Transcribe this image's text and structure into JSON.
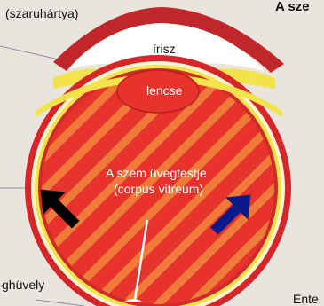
{
  "labels": {
    "top_left": "(szaruhártya)",
    "top_right": "A sze",
    "iris": "írisz",
    "lens": "lencse",
    "vitreous_line1": "A szem üvegtestje",
    "vitreous_line2": "(corpus vitreum)",
    "bottom_left": "ghüvely",
    "bottom_right": "Ente"
  },
  "arrows": [
    {
      "name": "black-arrow",
      "color": "#000000"
    },
    {
      "name": "blue-arrow",
      "color": "#0a1a8a"
    }
  ],
  "colors": {
    "eyeball_red": "#e8322c",
    "stripe_orange": "#f07a3a",
    "sclera_yellow": "#f3e34a",
    "cornea_white": "#ffffff",
    "background": "#e8e3dc"
  }
}
